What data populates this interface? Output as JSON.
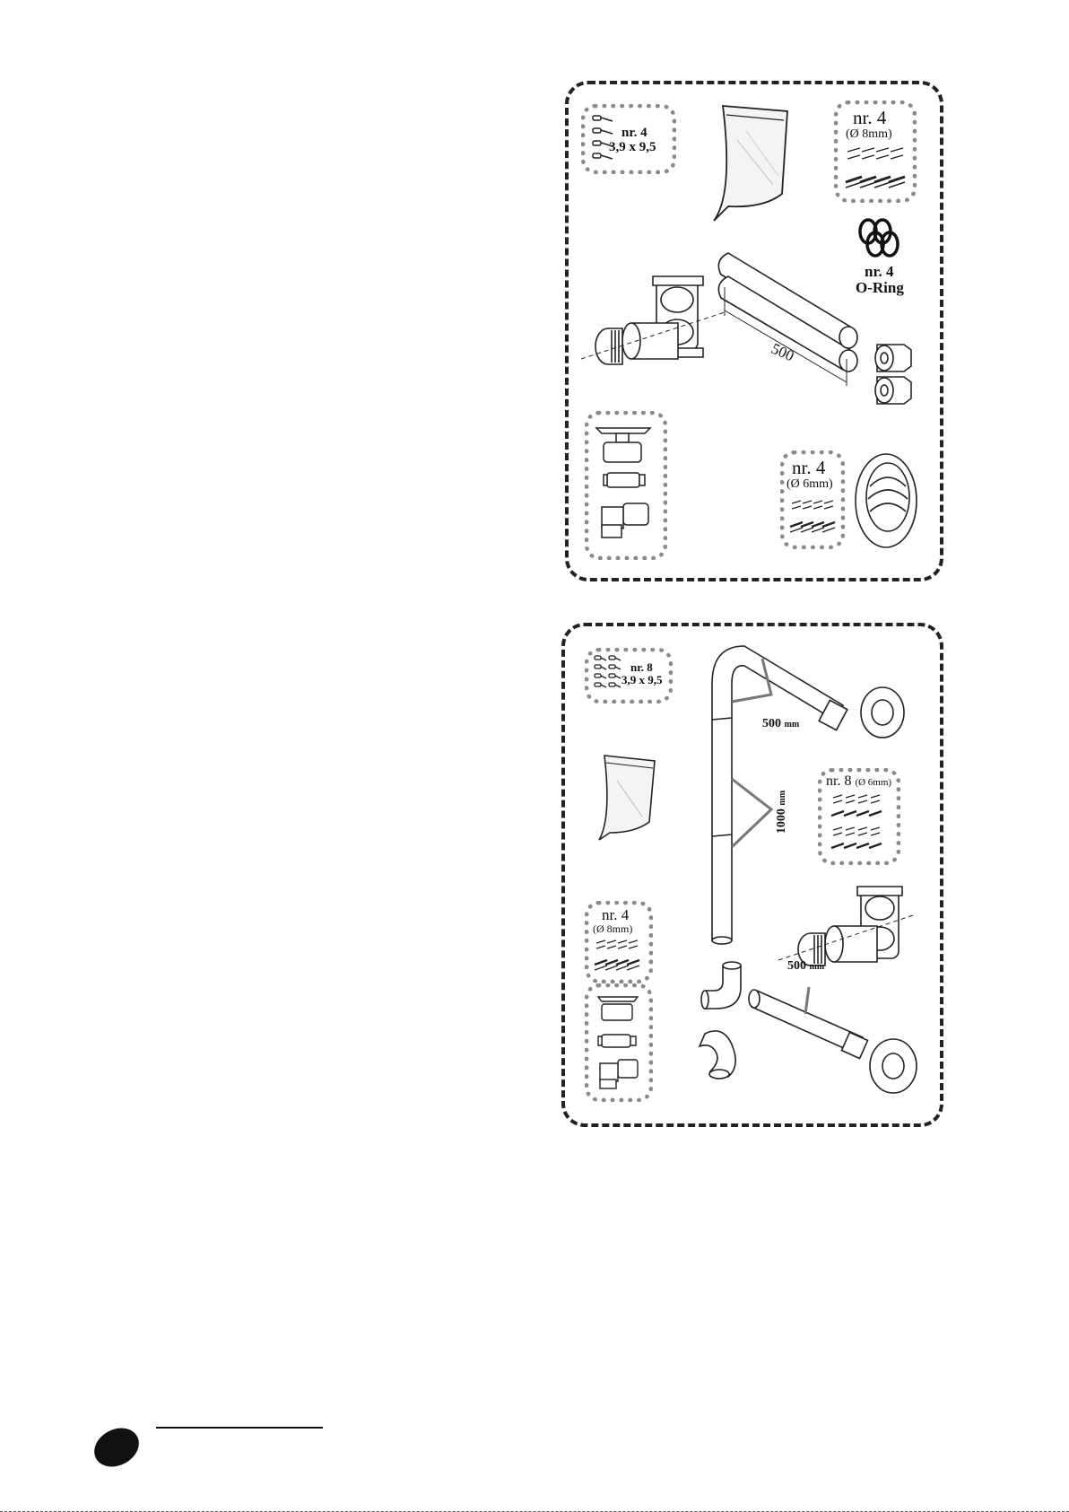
{
  "kit_1": {
    "screws_count": "nr. 4",
    "screws_size": "3,9 x 9,5",
    "plugs_count": "nr. 4",
    "plugs_size": "(Ø 8mm)",
    "oring_count": "nr. 4",
    "oring_label": "O-Ring",
    "pipe_length": "500",
    "small_plugs_count": "nr. 4",
    "small_plugs_size": "(Ø 6mm)"
  },
  "kit_2": {
    "screws_count": "nr. 8",
    "screws_size": "3,9 x 9,5",
    "pipe_short_length": "500",
    "pipe_short_unit": "mm",
    "pipe_long_length": "1000",
    "pipe_long_unit": "mm",
    "small_plugs_count": "nr. 8",
    "small_plugs_size": "(Ø 6mm)",
    "plugs_count": "nr. 4",
    "plugs_size": "(Ø 8mm)",
    "pipe_bottom_length": "500",
    "pipe_bottom_unit": "mm"
  }
}
